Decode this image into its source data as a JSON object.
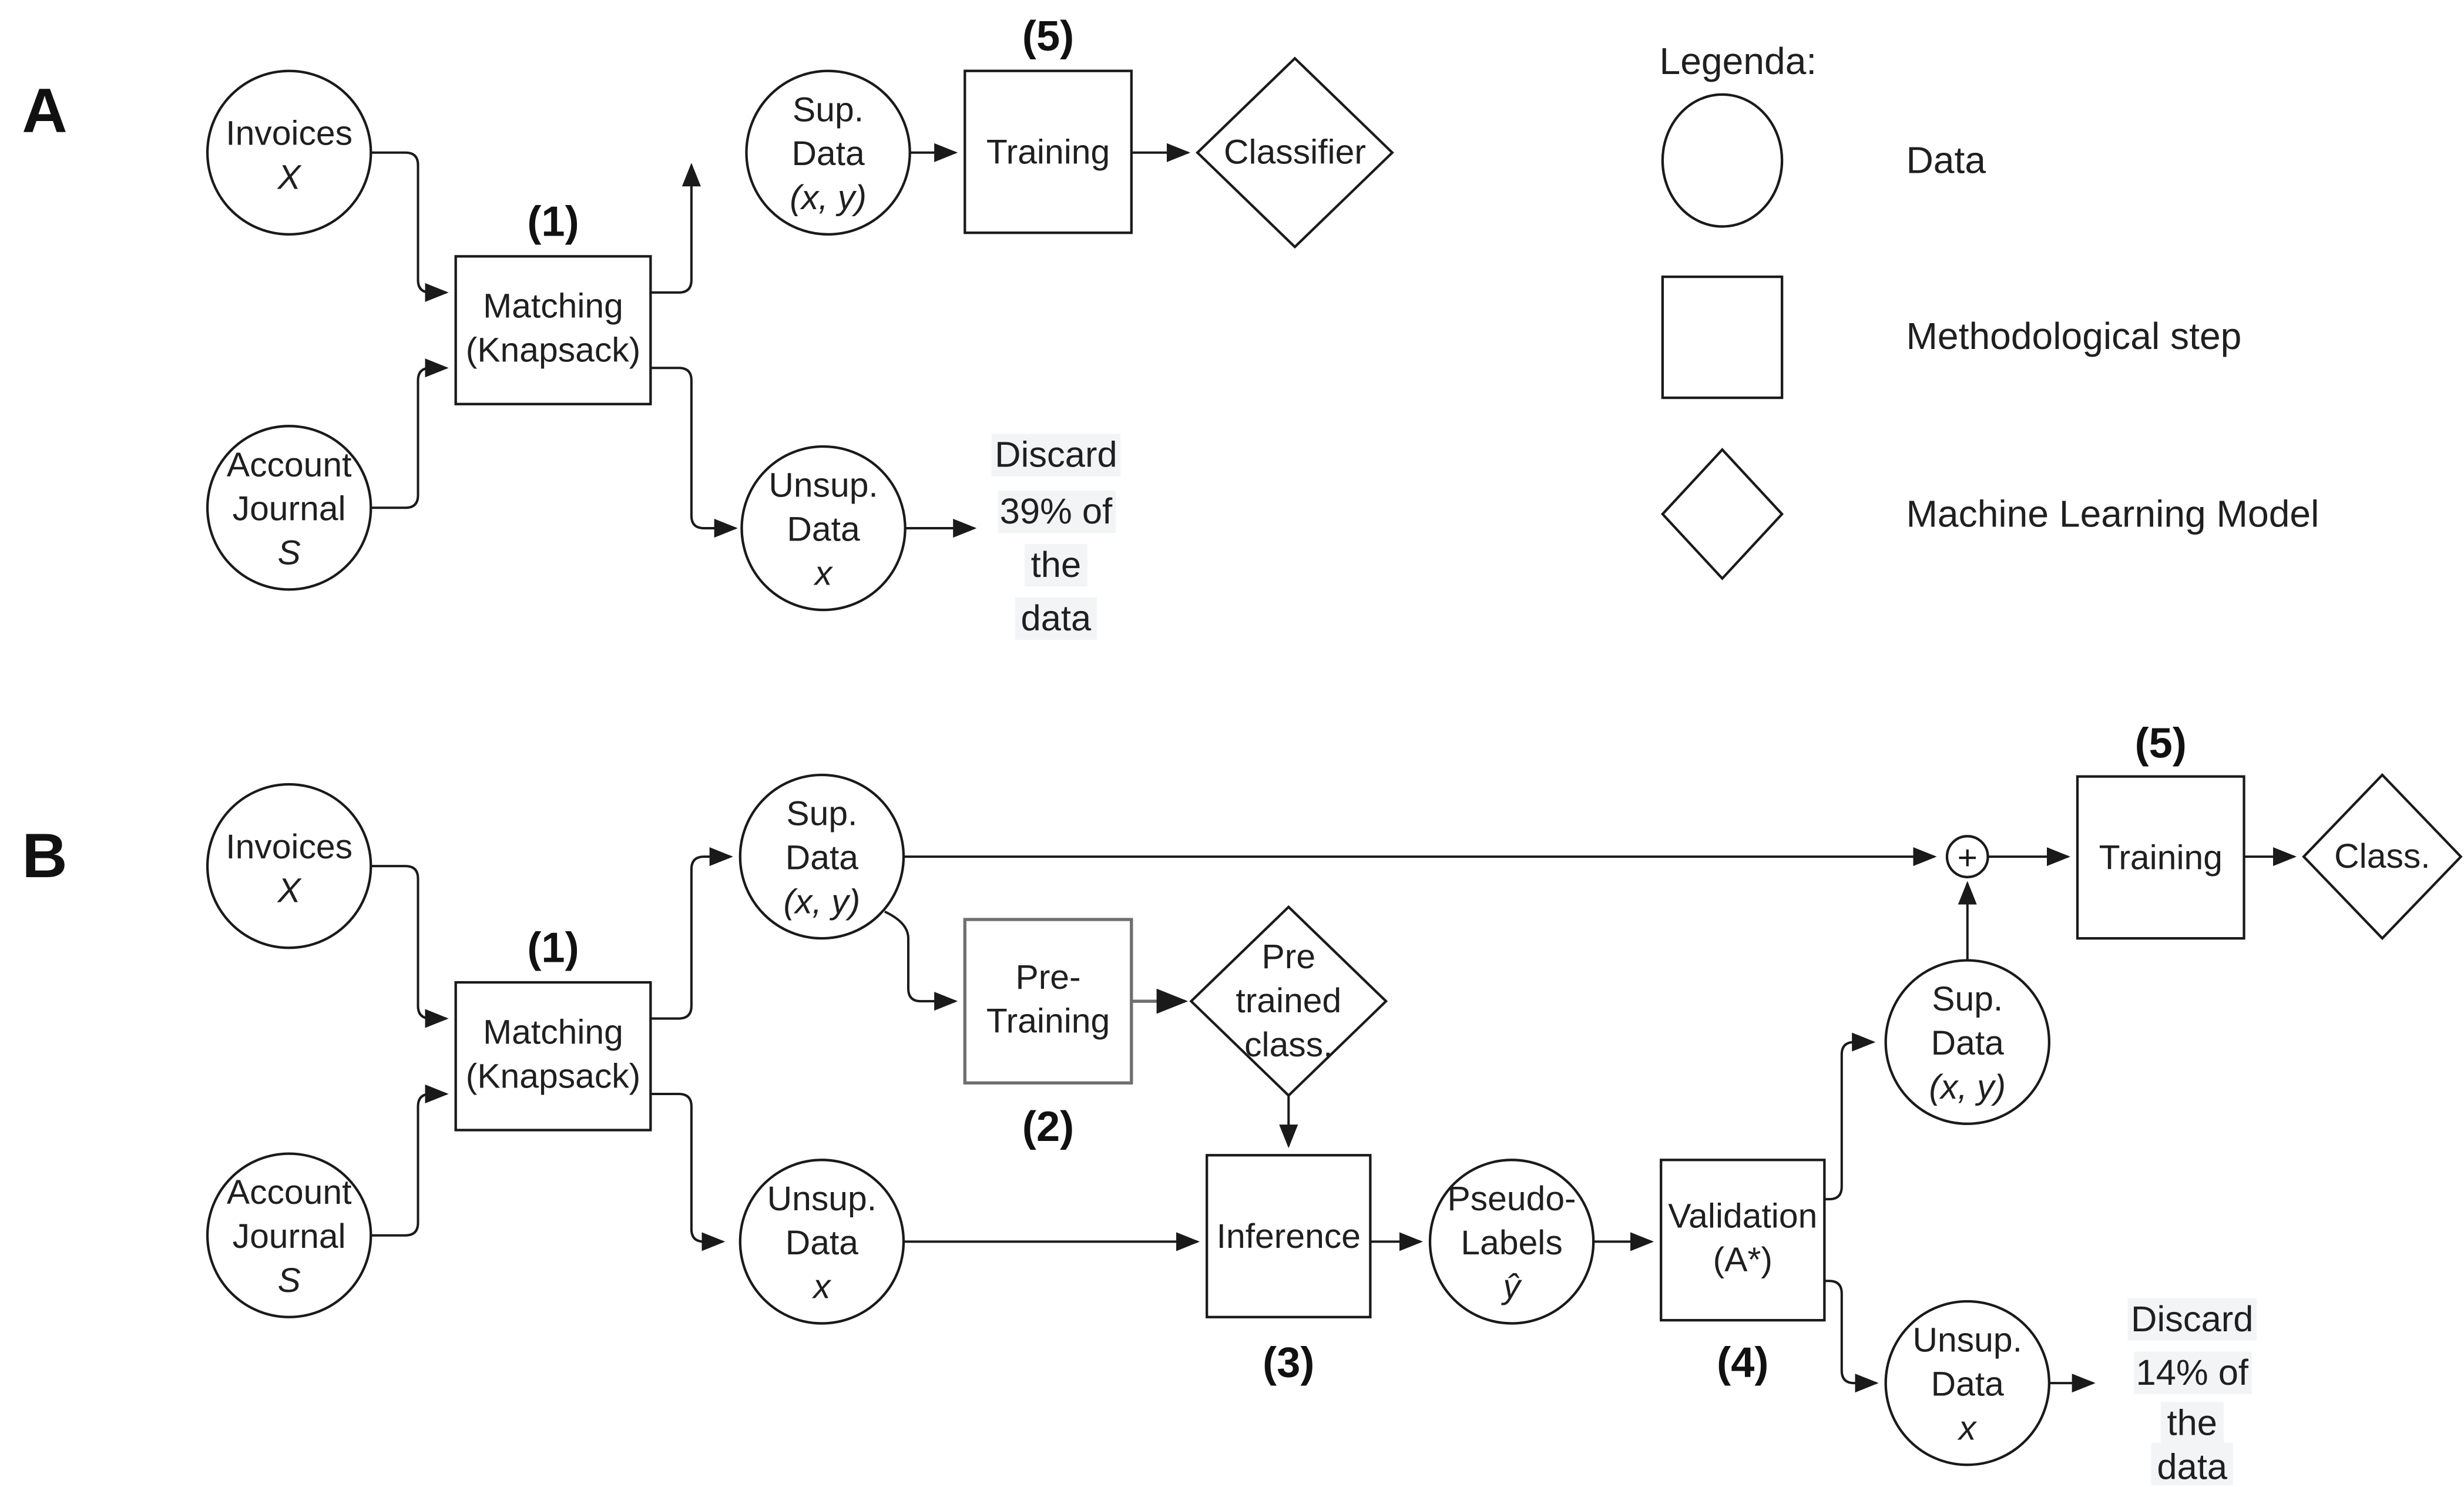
{
  "diagram": {
    "section_a": {
      "label": "A",
      "steps": {
        "s1": "(1)",
        "s5": "(5)"
      },
      "nodes": {
        "invoices": {
          "line1": "Invoices",
          "line2": "X"
        },
        "account_journal": {
          "line1": "Account",
          "line2": "Journal",
          "line3": "S"
        },
        "matching": {
          "line1": "Matching",
          "line2": "(Knapsack)"
        },
        "sup_data": {
          "line1": "Sup.",
          "line2": "Data",
          "line3": "(x, y)"
        },
        "training": {
          "label": "Training"
        },
        "classifier": {
          "label": "Classifier"
        },
        "unsup_data": {
          "line1": "Unsup.",
          "line2": "Data",
          "line3": "x"
        }
      },
      "discard_note": {
        "line1": "Discard",
        "line2": "39% of",
        "line3": "the",
        "line4": "data"
      }
    },
    "section_b": {
      "label": "B",
      "steps": {
        "s1": "(1)",
        "s2": "(2)",
        "s3": "(3)",
        "s4": "(4)",
        "s5": "(5)"
      },
      "nodes": {
        "invoices": {
          "line1": "Invoices",
          "line2": "X"
        },
        "account_journal": {
          "line1": "Account",
          "line2": "Journal",
          "line3": "S"
        },
        "matching": {
          "line1": "Matching",
          "line2": "(Knapsack)"
        },
        "sup_data_left": {
          "line1": "Sup.",
          "line2": "Data",
          "line3": "(x, y)"
        },
        "unsup_data_left": {
          "line1": "Unsup.",
          "line2": "Data",
          "line3": "x"
        },
        "pre_training": {
          "line1": "Pre-",
          "line2": "Training"
        },
        "pretrained_class": {
          "line1": "Pre",
          "line2": "trained",
          "line3": "class."
        },
        "inference": {
          "label": "Inference"
        },
        "pseudo_labels": {
          "line1": "Pseudo-",
          "line2": "Labels",
          "line3": "ŷ"
        },
        "validation": {
          "line1": "Validation",
          "line2": "(A*)"
        },
        "sup_data_right": {
          "line1": "Sup.",
          "line2": "Data",
          "line3": "(x, y)"
        },
        "merge": {
          "symbol": "+"
        },
        "training": {
          "label": "Training"
        },
        "classifier": {
          "label": "Class."
        },
        "unsup_data_right": {
          "line1": "Unsup.",
          "line2": "Data",
          "line3": "x"
        }
      },
      "discard_note": {
        "line1": "Discard",
        "line2": "14% of",
        "line3": "the",
        "line4": "data"
      }
    },
    "legend": {
      "title": "Legenda:",
      "items": [
        {
          "label": "Data"
        },
        {
          "label": "Methodological step"
        },
        {
          "label": "Machine Learning Model"
        }
      ]
    },
    "colors": {
      "line": "#1a1a1a",
      "pretrain_stroke": "#6f6f6f",
      "note_highlight": "#f3f4f6"
    }
  }
}
